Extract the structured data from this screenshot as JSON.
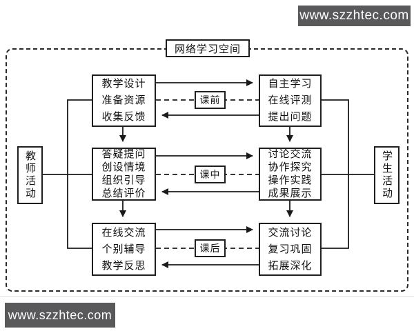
{
  "watermarks": {
    "top": "www.szzhtec.com",
    "bottom": "www.szzhtec.com"
  },
  "title": "网络学习空间",
  "sides": {
    "teacher": "教师活动",
    "student": "学生活动"
  },
  "rows": [
    {
      "phase": "课前",
      "teacher": [
        "教学设计",
        "准备资源",
        "收集反馈"
      ],
      "student": [
        "自主学习",
        "在线评测",
        "提出问题"
      ]
    },
    {
      "phase": "课中",
      "teacher": [
        "答疑提问",
        "创设情境",
        "组织引导",
        "总结评价"
      ],
      "student": [
        "讨论交流",
        "协作探究",
        "操作实践",
        "成果展示"
      ]
    },
    {
      "phase": "课后",
      "teacher": [
        "在线交流",
        "个别辅导",
        "教学反思"
      ],
      "student": [
        "交流讨论",
        "复习巩固",
        "拓展深化"
      ]
    }
  ],
  "colors": {
    "line": "#1a1a1a",
    "watermark_bg": "#59595b",
    "watermark_text": "#ffffff"
  }
}
